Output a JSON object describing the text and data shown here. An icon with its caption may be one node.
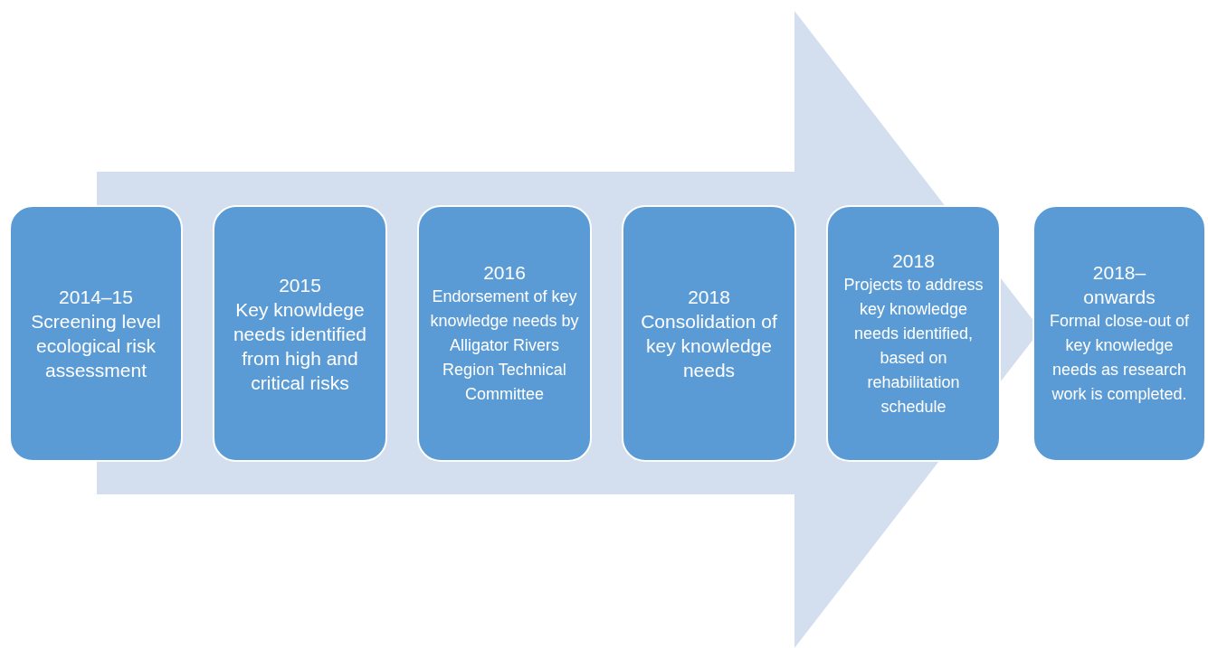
{
  "diagram": {
    "nodes": [
      {
        "text": [
          "2014–15",
          "Screening level ecological risk assessment"
        ]
      },
      {
        "text": [
          "2015",
          "Key knowldege needs identified from high and critical risks"
        ]
      },
      {
        "text": [
          "2016",
          "Endorsement of key knowledge needs by Alligator Rivers Region Technical Committee"
        ]
      },
      {
        "text": [
          "2018",
          "Consolidation of key knowledge needs"
        ]
      },
      {
        "text": [
          "2018",
          "Projects to address key knowledge needs identified, based on rehabilitation schedule"
        ]
      },
      {
        "text": [
          "2018–onwards",
          "Formal close-out of key knowledge needs as research work is completed."
        ]
      }
    ],
    "edges": [
      {
        "from": 0,
        "to": 5,
        "arrow": "to"
      }
    ]
  }
}
